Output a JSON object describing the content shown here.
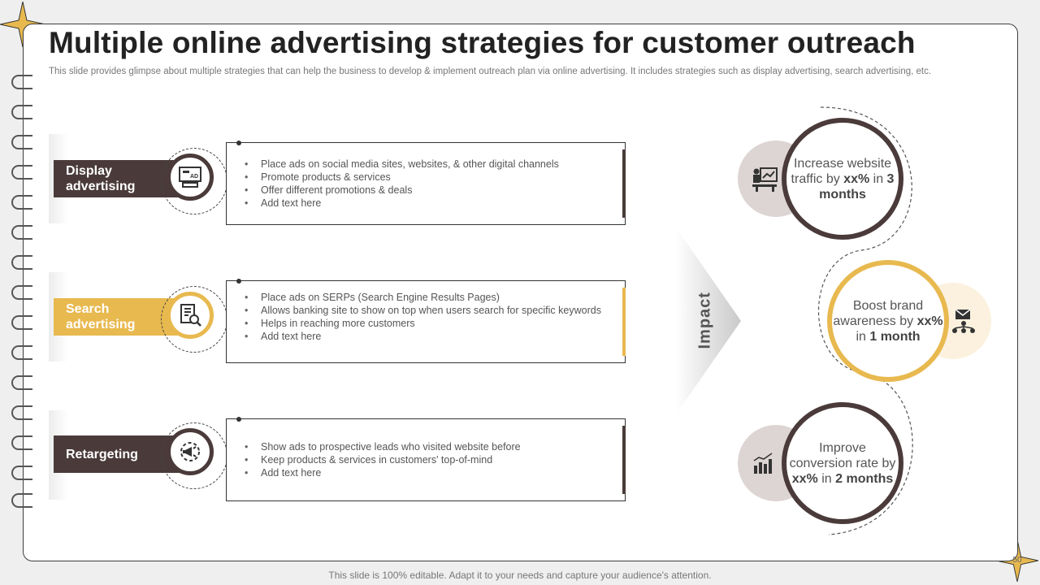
{
  "slide": {
    "title": "Multiple online advertising strategies for customer outreach",
    "subtitle": "This slide provides glimpse about multiple strategies that can help the business to develop & implement outreach plan via online advertising. It includes strategies such as display advertising, search advertising, etc.",
    "footer": "This slide is 100% editable. Adapt it to your needs and capture your audience's attention.",
    "page_number": "50"
  },
  "colors": {
    "dark": "#4a3b3a",
    "gold": "#e8b94f",
    "light_gray": "#ddd5d3",
    "light_gold": "#fbf1de"
  },
  "strategies": [
    {
      "label_line1": "Display",
      "label_line2": "advertising",
      "icon": "ad-display-icon",
      "bullets": [
        "Place ads on social media sites, websites, & other digital channels",
        "Promote products & services",
        "Offer different promotions & deals",
        "Add text here"
      ]
    },
    {
      "label_line1": "Search",
      "label_line2": "advertising",
      "icon": "search-document-icon",
      "bullets": [
        "Place ads on SERPs (Search Engine Results Pages)",
        "Allows banking site to show on top when users search for specific keywords",
        "Helps in reaching more customers",
        "Add text here"
      ]
    },
    {
      "label_line1": "Retargeting",
      "label_line2": "",
      "icon": "target-megaphone-icon",
      "bullets": [
        "Show ads to prospective leads who visited website before",
        "Keep products & services in customers' top-of-mind",
        "Add text here"
      ]
    }
  ],
  "impact_label": "Impact",
  "impacts": [
    {
      "pre": "Increase website traffic by ",
      "bold1": "xx%",
      "mid": " in ",
      "bold2": "3 months",
      "icon": "presentation-chart-icon"
    },
    {
      "pre": "Boost brand awareness by ",
      "bold1": "xx%",
      "mid": " in ",
      "bold2": "1 month",
      "icon": "brand-network-icon"
    },
    {
      "pre": "Improve conversion rate by ",
      "bold1": "xx%",
      "mid": " in ",
      "bold2": "2 months",
      "icon": "bar-chart-icon"
    }
  ]
}
